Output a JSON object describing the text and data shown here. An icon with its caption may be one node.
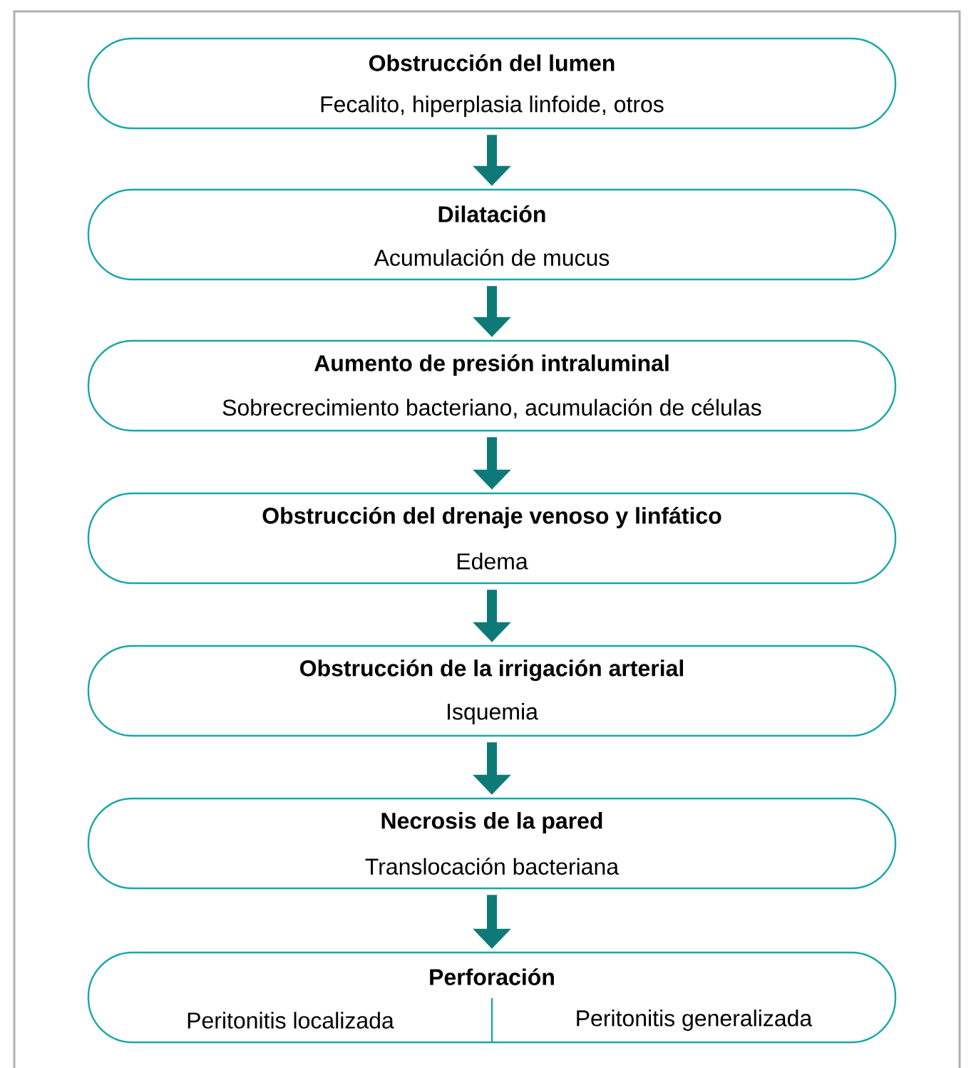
{
  "diagram": {
    "nodes": [
      {
        "text": [
          "Obstrucción del lumen",
          "Fecalito, hiperplasia linfoide, otros"
        ]
      },
      {
        "text": [
          "Dilatación",
          "Acumulación de mucus"
        ]
      },
      {
        "text": [
          "Aumento de presión intraluminal",
          "Sobrecrecimiento bacteriano, acumulación de células"
        ]
      },
      {
        "text": [
          "Obstrucción del drenaje venoso y linfático",
          "Edema"
        ]
      },
      {
        "text": [
          "Obstrucción de la irrigación arterial",
          "Isquemia"
        ]
      },
      {
        "text": [
          "Necrosis de la pared",
          "Translocación bacteriana"
        ]
      },
      {
        "text": [
          "Perforación",
          "Peritonitis localizada",
          "Peritonitis generalizada"
        ]
      }
    ],
    "edges": [
      {
        "from": 0,
        "to": 1,
        "arrow": "to"
      },
      {
        "from": 1,
        "to": 2,
        "arrow": "to"
      },
      {
        "from": 2,
        "to": 3,
        "arrow": "to"
      },
      {
        "from": 3,
        "to": 4,
        "arrow": "to"
      },
      {
        "from": 4,
        "to": 5,
        "arrow": "to"
      },
      {
        "from": 5,
        "to": 6,
        "arrow": "to"
      }
    ]
  }
}
